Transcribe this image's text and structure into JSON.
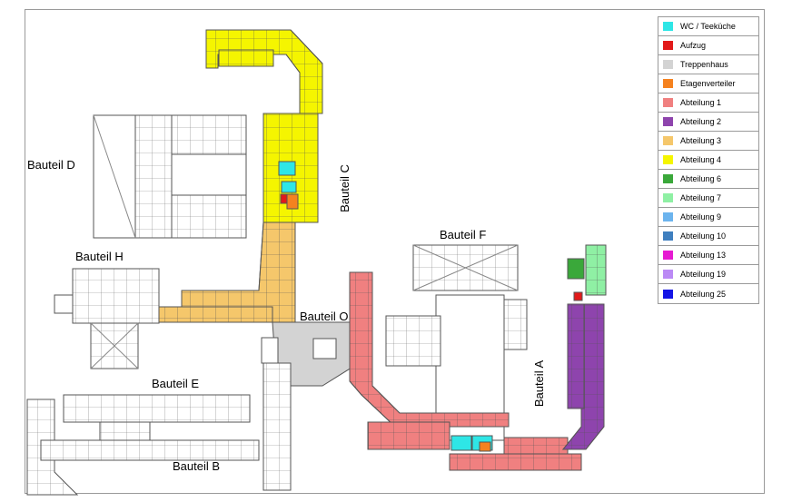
{
  "building_labels": {
    "a": "Bauteil A",
    "b": "Bauteil B",
    "c": "Bauteil C",
    "d": "Bauteil D",
    "e": "Bauteil E",
    "f": "Bauteil F",
    "h": "Bauteil H",
    "o": "Bauteil O"
  },
  "legend": [
    {
      "label": "WC / Teeküche",
      "color": "#2ee6e6"
    },
    {
      "label": "Aufzug",
      "color": "#e21a1a"
    },
    {
      "label": "Treppenhaus",
      "color": "#d3d3d3"
    },
    {
      "label": "Etagenverteiler",
      "color": "#f5821f"
    },
    {
      "label": "Abteilung 1",
      "color": "#f08080"
    },
    {
      "label": "Abteilung 2",
      "color": "#8e44ad"
    },
    {
      "label": "Abteilung 3",
      "color": "#f5c76b"
    },
    {
      "label": "Abteilung 4",
      "color": "#f5f500"
    },
    {
      "label": "Abteilung 6",
      "color": "#3aa83a"
    },
    {
      "label": "Abteilung 7",
      "color": "#8ff0a4"
    },
    {
      "label": "Abteilung 9",
      "color": "#6cb4ee"
    },
    {
      "label": "Abteilung 10",
      "color": "#3f7fbf"
    },
    {
      "label": "Abteilung 13",
      "color": "#e61ad2"
    },
    {
      "label": "Abteilung 19",
      "color": "#bb8af5"
    },
    {
      "label": "Abteilung 25",
      "color": "#1414e6"
    }
  ],
  "colors": {
    "abteilung_1": "#f08080",
    "abteilung_2": "#8e44ad",
    "abteilung_3": "#f5c76b",
    "abteilung_4": "#f5f500",
    "abteilung_7": "#8ff0a4",
    "abteilung_6": "#3aa83a",
    "treppenhaus": "#d3d3d3",
    "wc": "#2ee6e6",
    "aufzug": "#e21a1a",
    "etagenverteiler": "#f5821f",
    "outline": "#555555"
  }
}
